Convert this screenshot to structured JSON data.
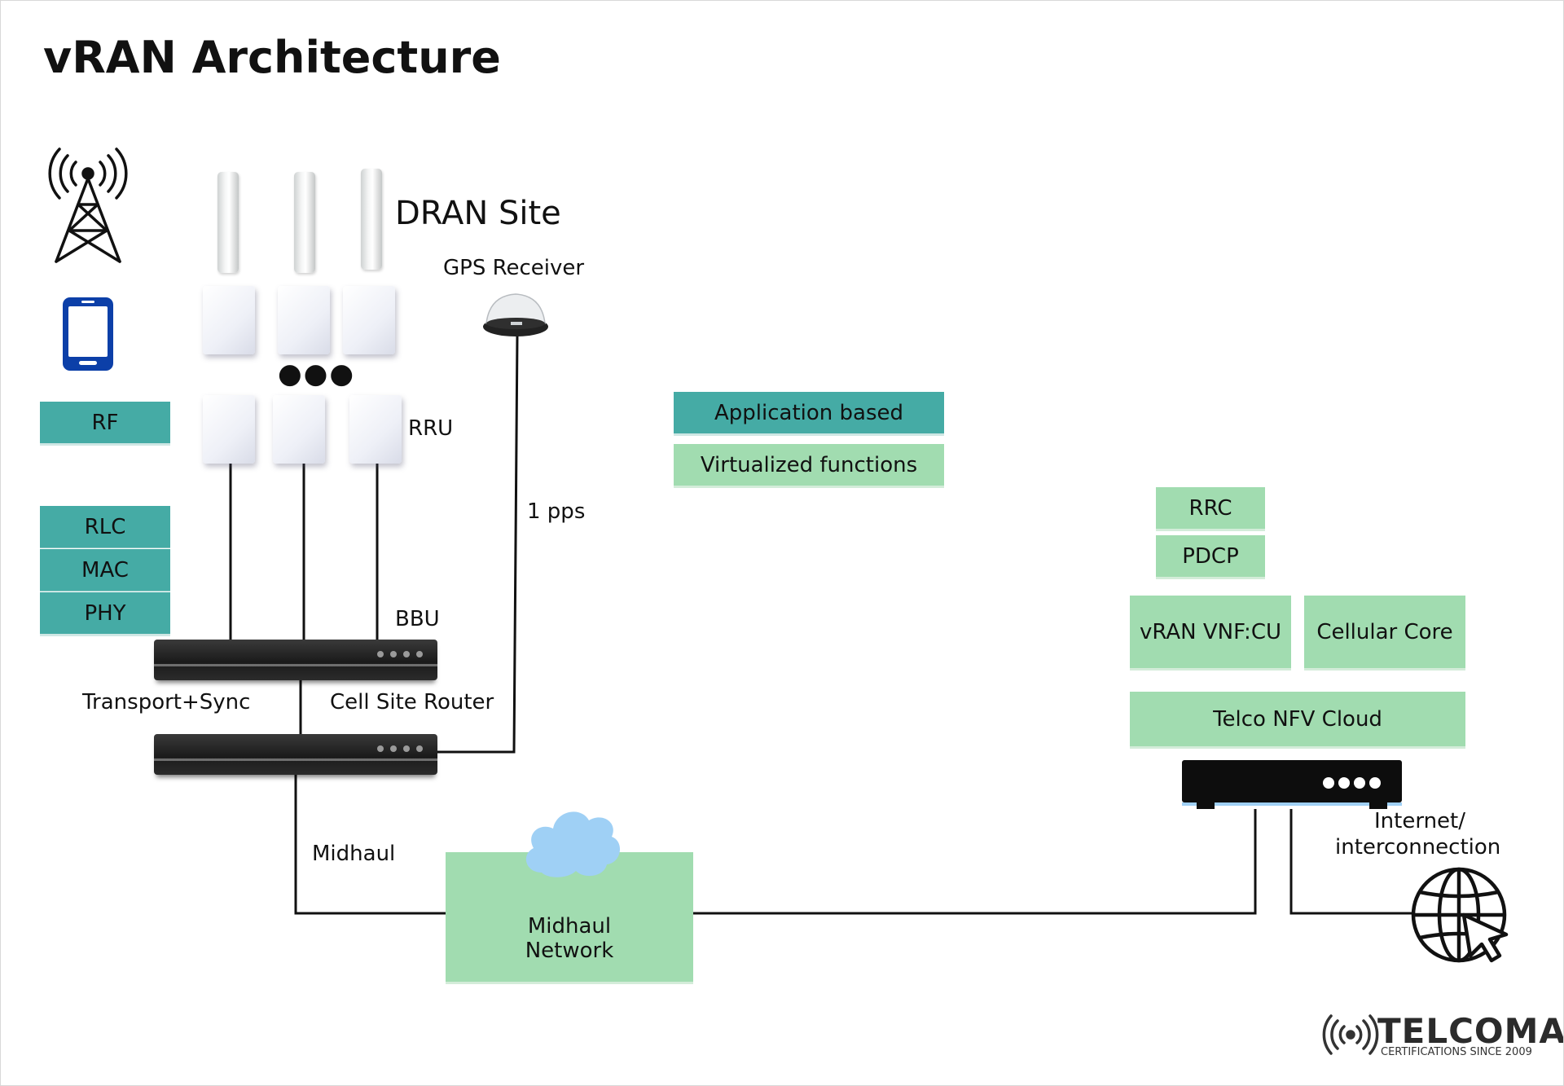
{
  "title": "vRAN Architecture",
  "site": {
    "dran_label": "DRAN Site",
    "gps_label": "GPS Receiver",
    "rru_label": "RRU",
    "bbu_label": "BBU",
    "pps_label": "1 pps"
  },
  "left_stack": {
    "rf": "RF",
    "layers": [
      "RLC",
      "MAC",
      "PHY"
    ]
  },
  "router": {
    "transport_label": "Transport+Sync",
    "csr_label": "Cell Site Router"
  },
  "midhaul": {
    "link_label": "Midhaul",
    "network_line1": "Midhaul",
    "network_line2": "Network"
  },
  "legend": {
    "app_based": "Application based",
    "virtualized": "Virtualized functions"
  },
  "cloud_site": {
    "rrc": "RRC",
    "pdcp": "PDCP",
    "vnf_cu": "vRAN VNF:CU",
    "cellular_core": "Cellular Core",
    "nfv_cloud": "Telco NFV Cloud"
  },
  "internet": {
    "line1": "Internet/",
    "line2": "interconnection"
  },
  "logo": {
    "brand": "TELCOMA",
    "tagline": "CERTIFICATIONS SINCE 2009"
  },
  "colors": {
    "teal": "#45aba5",
    "green": "#a1dcb0",
    "cloud": "#9fd0f5",
    "phone": "#0c3fa8"
  },
  "icons": [
    "cell-tower-icon",
    "smartphone-icon",
    "gps-receiver-icon",
    "cloud-icon",
    "globe-cursor-icon",
    "signal-waves-icon"
  ]
}
